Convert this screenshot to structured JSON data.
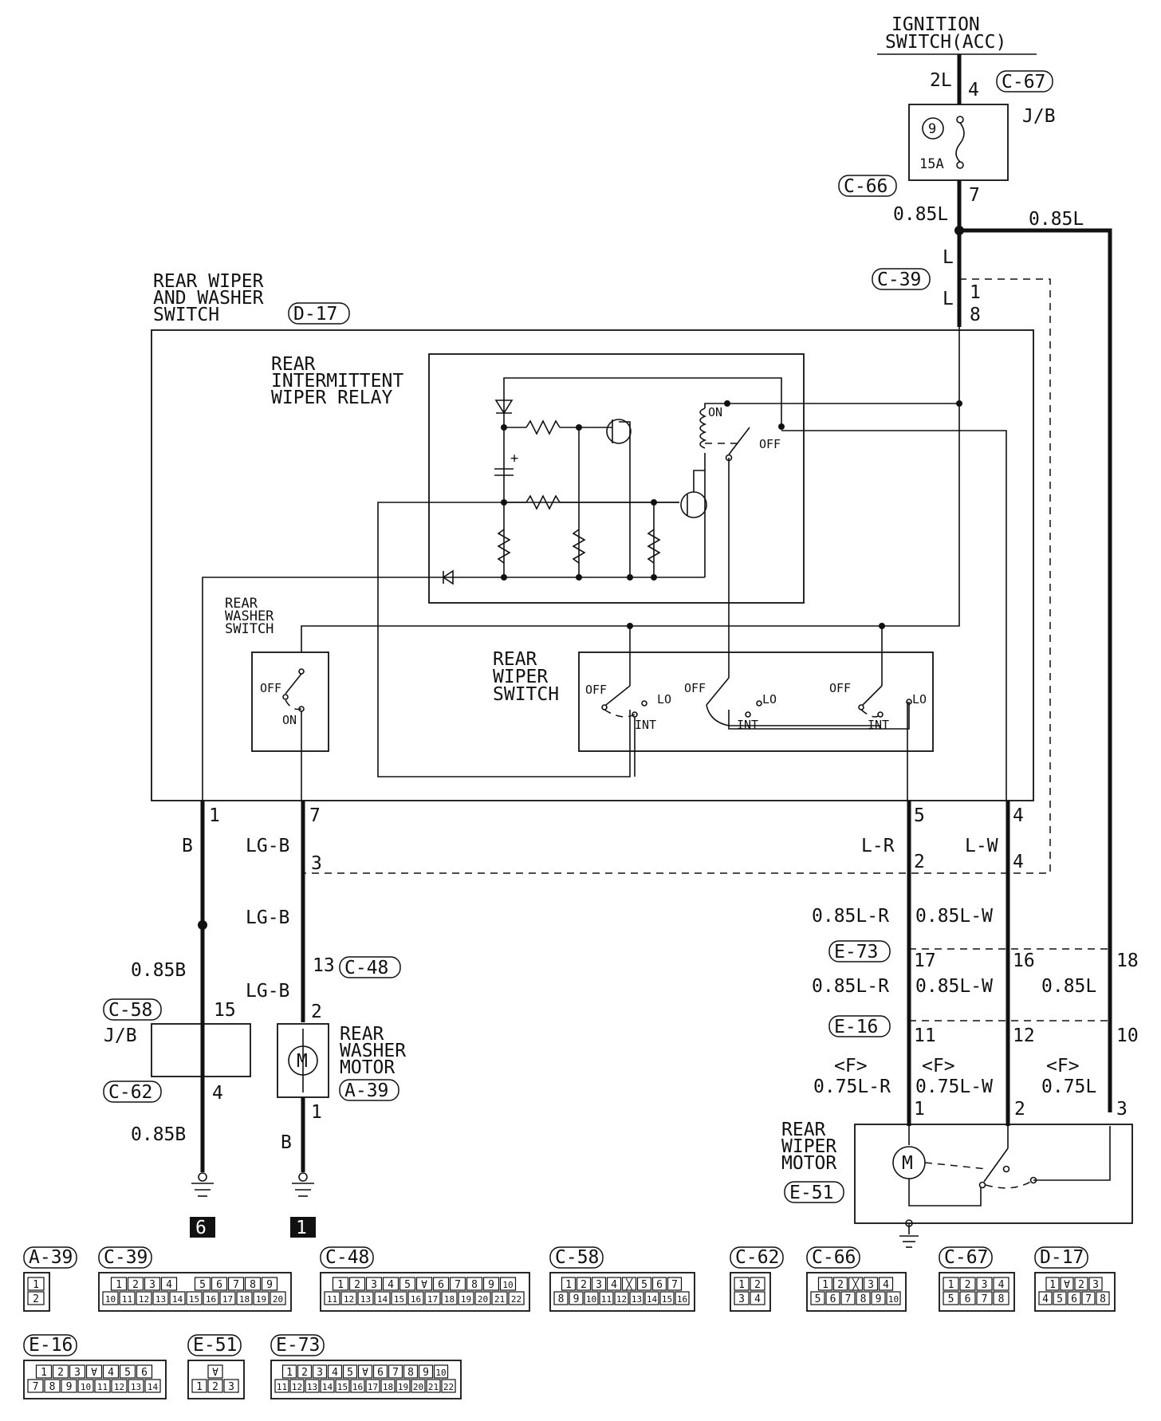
{
  "power": {
    "line1": "IGNITION",
    "line2": "SWITCH(ACC)"
  },
  "fuse": {
    "number": "9",
    "rating": "15A",
    "box_label": "J/B"
  },
  "switch_assembly": {
    "line1": "REAR WIPER",
    "line2": "AND WASHER",
    "line3": "SWITCH",
    "connector": "D-17"
  },
  "relay": {
    "line1": "REAR",
    "line2": "INTERMITTENT",
    "line3": "WIPER RELAY",
    "on": "ON",
    "off": "OFF"
  },
  "washer_switch": {
    "line1": "REAR",
    "line2": "WASHER",
    "line3": "SWITCH",
    "off": "OFF",
    "on": "ON"
  },
  "wiper_switch": {
    "line1": "REAR",
    "line2": "WIPER",
    "line3": "SWITCH",
    "off": "OFF",
    "lo": "LO",
    "int": "INT"
  },
  "washer_motor": {
    "line1": "REAR",
    "line2": "WASHER",
    "line3": "MOTOR",
    "connector": "A-39"
  },
  "wiper_motor": {
    "line1": "REAR",
    "line2": "WIPER",
    "line3": "MOTOR",
    "connector": "E-51"
  },
  "jb_left": {
    "label": "J/B"
  },
  "grounds": [
    "6",
    "1"
  ],
  "flex_marker": "<F>",
  "wire_labels": {
    "w_2l": "2L",
    "w_085l_a": "0.85L",
    "w_085l_b": "0.85L",
    "w_l_a": "L",
    "w_l_b": "L",
    "w_b": "B",
    "w_lgb_1": "LG-B",
    "w_lgb_2": "LG-B",
    "w_lgb_3": "LG-B",
    "w_085b_1": "0.85B",
    "w_085b_2": "0.85B",
    "w_b2": "B",
    "w_lr": "L-R",
    "w_lw": "L-W",
    "w_085lr_1": "0.85L-R",
    "w_085lw_1": "0.85L-W",
    "w_085lr_2": "0.85L-R",
    "w_085lw_2": "0.85L-W",
    "w_085l_3": "0.85L",
    "w_075lr": "0.75L-R",
    "w_075lw": "0.75L-W",
    "w_075l": "0.75L"
  },
  "pins": {
    "p_c67": "4",
    "p_c66": "7",
    "p_c39_1": "1",
    "p_d17_8": "8",
    "p_d17_1": "1",
    "p_d17_7": "7",
    "p_d17_5": "5",
    "p_d17_4": "4",
    "p_3": "3",
    "p_c48": "13",
    "p_washer_2": "2",
    "p_washer_1": "1",
    "p_c58": "15",
    "p_c62": "4",
    "p_lr_2": "2",
    "p_lw_4": "4",
    "p_e73_17": "17",
    "p_e73_16": "16",
    "p_e73_18": "18",
    "p_e16_11": "11",
    "p_e16_12": "12",
    "p_e16_10": "10",
    "p_m1": "1",
    "p_m2": "2",
    "p_m3": "3"
  },
  "connectors_inline": {
    "c67": "C-67",
    "c66": "C-66",
    "c39": "C-39",
    "c48": "C-48",
    "c58": "C-58",
    "c62": "C-62",
    "e73": "E-73",
    "e16": "E-16"
  },
  "legend": [
    {
      "id": "A-39",
      "rows": [
        [
          "1"
        ],
        [
          "2"
        ]
      ]
    },
    {
      "id": "C-39",
      "rows": [
        [
          "1",
          "2",
          "3",
          "4",
          "",
          "5",
          "6",
          "7",
          "8",
          "9"
        ],
        [
          "10",
          "11",
          "12",
          "13",
          "14",
          "15",
          "16",
          "17",
          "18",
          "19",
          "20"
        ]
      ]
    },
    {
      "id": "C-48",
      "rows": [
        [
          "1",
          "2",
          "3",
          "4",
          "5",
          "∀",
          "6",
          "7",
          "8",
          "9",
          "10"
        ],
        [
          "11",
          "12",
          "13",
          "14",
          "15",
          "16",
          "17",
          "18",
          "19",
          "20",
          "21",
          "22"
        ]
      ]
    },
    {
      "id": "C-58",
      "rows": [
        [
          "1",
          "2",
          "3",
          "4",
          "╳",
          "5",
          "6",
          "7"
        ],
        [
          "8",
          "9",
          "10",
          "11",
          "12",
          "13",
          "14",
          "15",
          "16"
        ]
      ]
    },
    {
      "id": "C-62",
      "rows": [
        [
          "1",
          "2"
        ],
        [
          "3",
          "4"
        ]
      ]
    },
    {
      "id": "C-66",
      "rows": [
        [
          "1",
          "2",
          "╳",
          "3",
          "4"
        ],
        [
          "5",
          "6",
          "7",
          "8",
          "9",
          "10"
        ]
      ]
    },
    {
      "id": "C-67",
      "rows": [
        [
          "1",
          "2",
          "3",
          "4"
        ],
        [
          "5",
          "6",
          "7",
          "8"
        ]
      ]
    },
    {
      "id": "D-17",
      "rows": [
        [
          "1",
          "∀",
          "2",
          "3"
        ],
        [
          "4",
          "5",
          "6",
          "7",
          "8"
        ]
      ]
    },
    {
      "id": "E-16",
      "rows": [
        [
          "1",
          "2",
          "3",
          "∀",
          "4",
          "5",
          "6"
        ],
        [
          "7",
          "8",
          "9",
          "10",
          "11",
          "12",
          "13",
          "14"
        ]
      ]
    },
    {
      "id": "E-51",
      "rows": [
        [
          "∀"
        ],
        [
          "1",
          "2",
          "3"
        ]
      ]
    },
    {
      "id": "E-73",
      "rows": [
        [
          "1",
          "2",
          "3",
          "4",
          "5",
          "∀",
          "6",
          "7",
          "8",
          "9",
          "10"
        ],
        [
          "11",
          "12",
          "13",
          "14",
          "15",
          "16",
          "17",
          "18",
          "19",
          "20",
          "21",
          "22"
        ]
      ]
    }
  ]
}
